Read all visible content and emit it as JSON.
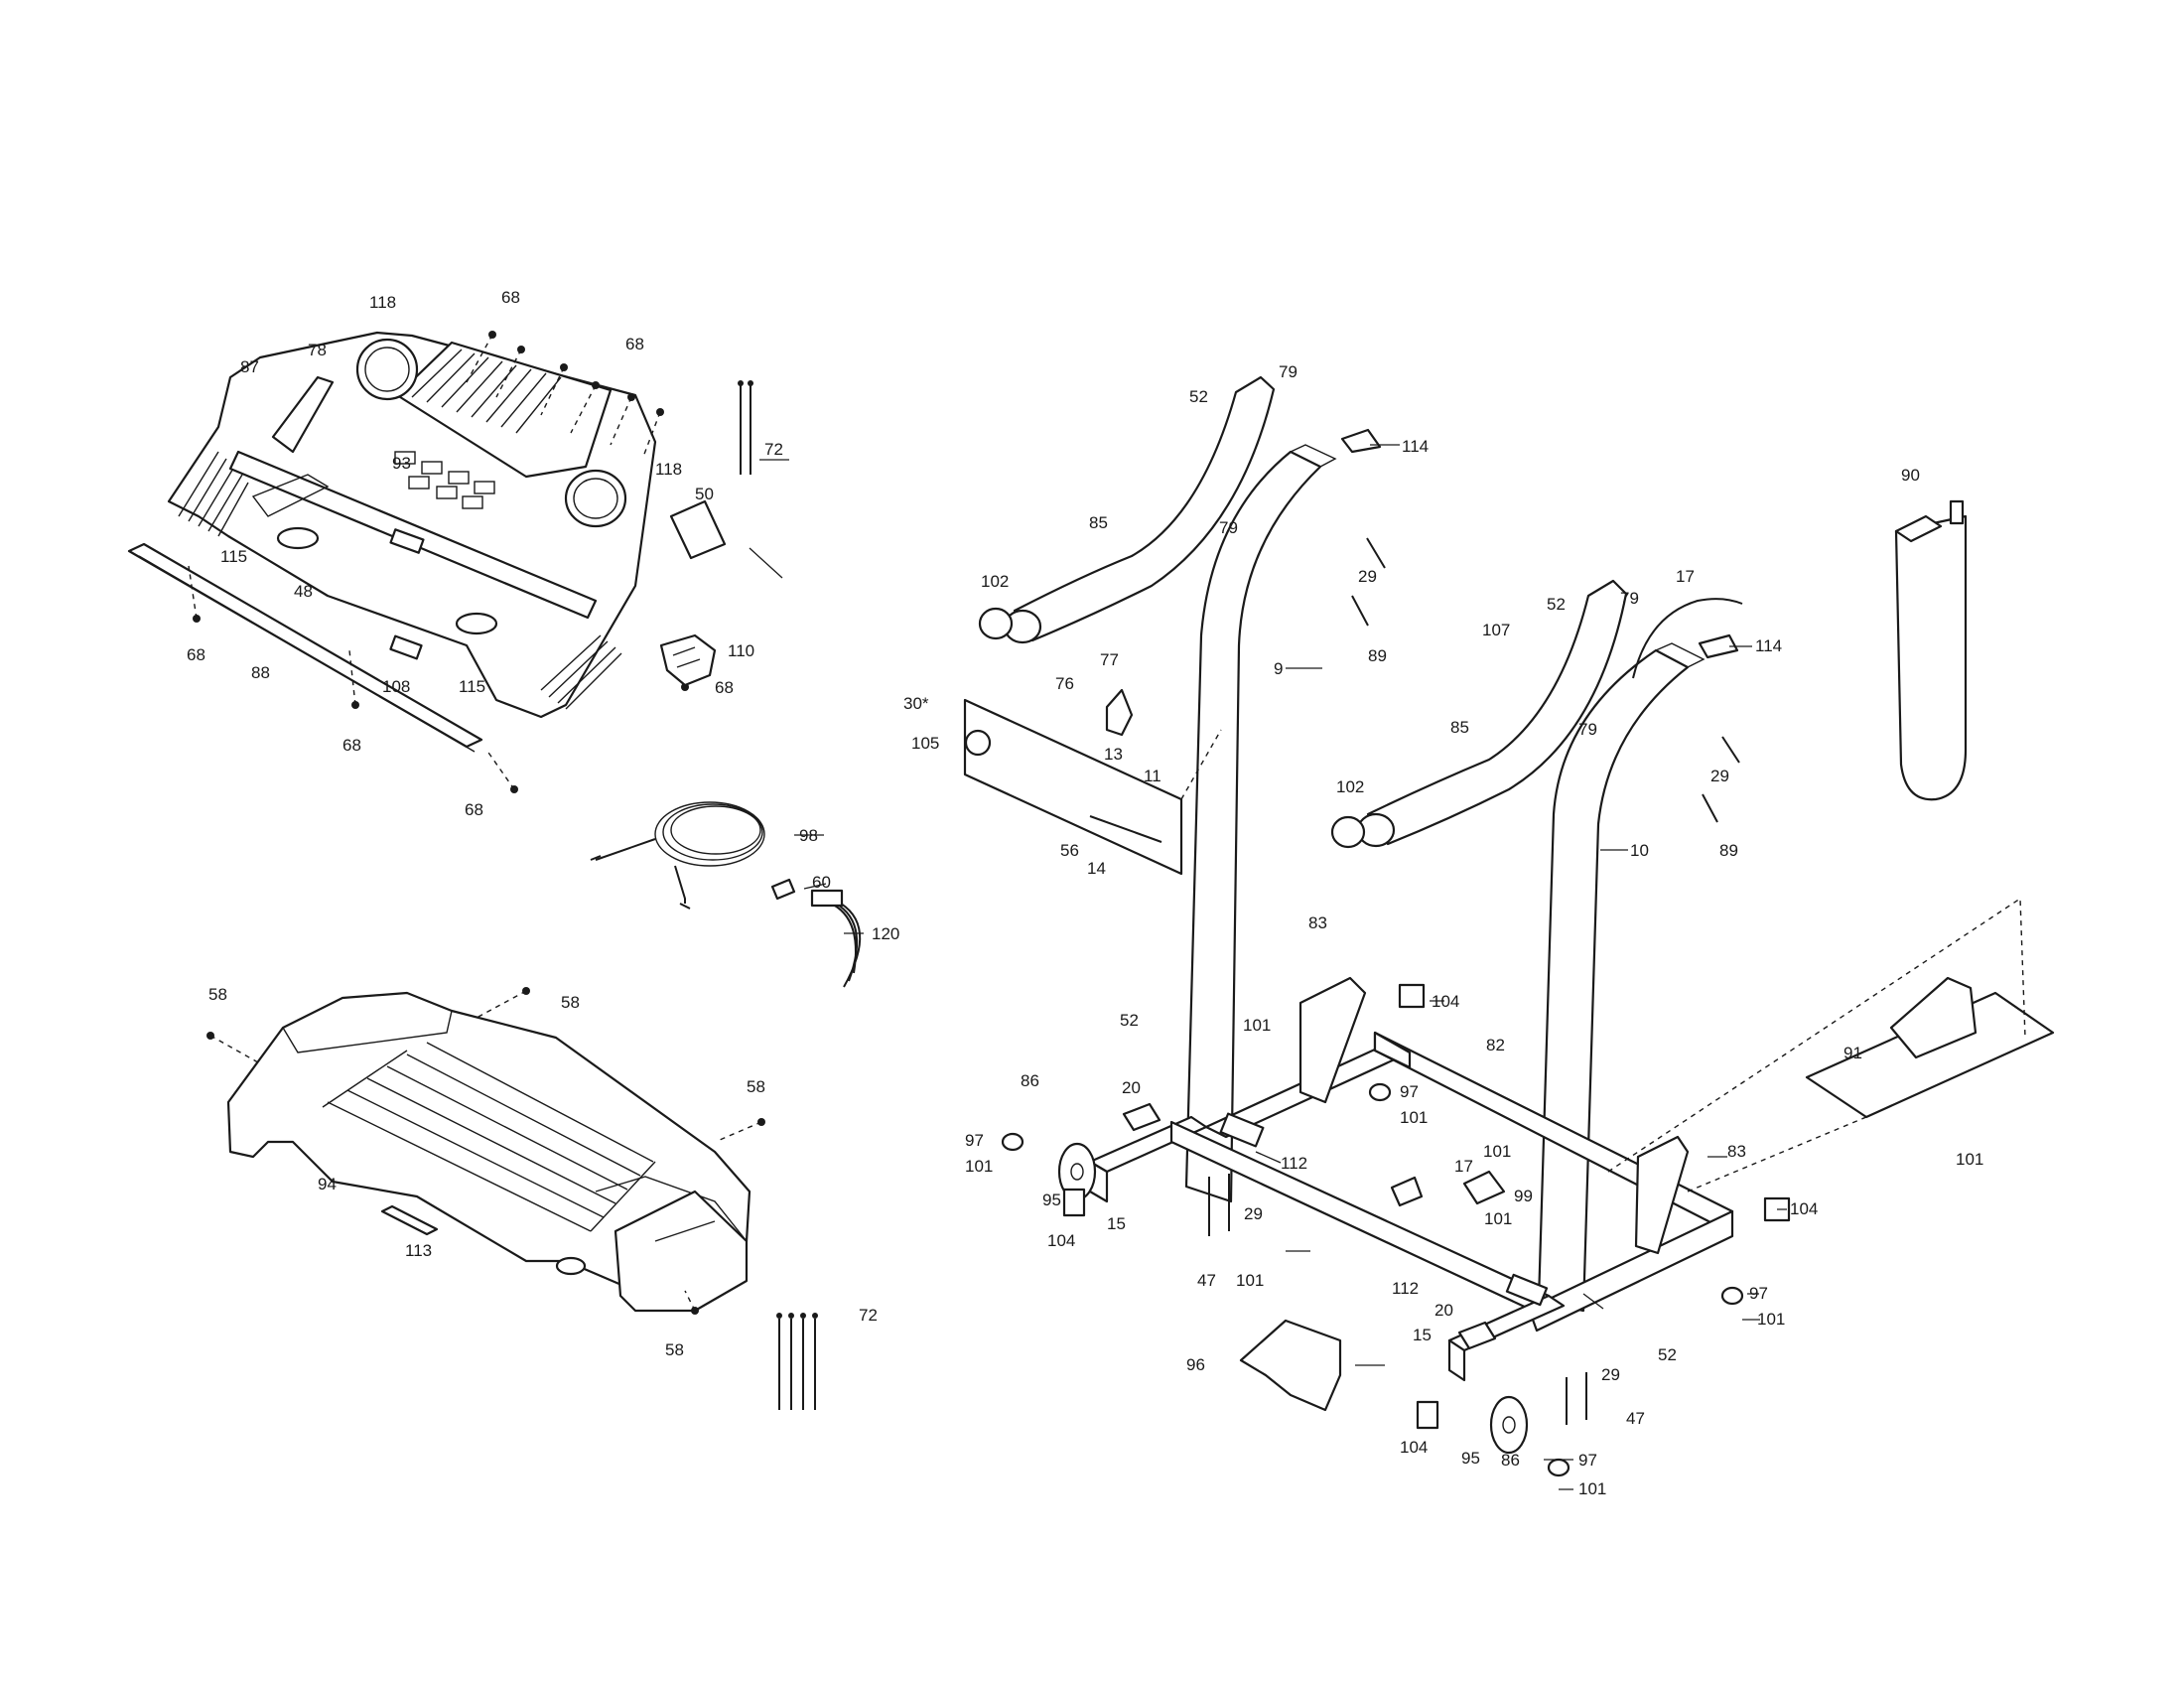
{
  "labels": [
    {
      "id": "118a",
      "text": "118"
    },
    {
      "id": "68a",
      "text": "68"
    },
    {
      "id": "68b",
      "text": "68"
    },
    {
      "id": "87",
      "text": "87"
    },
    {
      "id": "78",
      "text": "78"
    },
    {
      "id": "72a",
      "text": "72"
    },
    {
      "id": "93",
      "text": "93"
    },
    {
      "id": "118b",
      "text": "118"
    },
    {
      "id": "50",
      "text": "50"
    },
    {
      "id": "115a",
      "text": "115"
    },
    {
      "id": "48",
      "text": "48"
    },
    {
      "id": "68c",
      "text": "68"
    },
    {
      "id": "88",
      "text": "88"
    },
    {
      "id": "108",
      "text": "108"
    },
    {
      "id": "115b",
      "text": "115"
    },
    {
      "id": "110",
      "text": "110"
    },
    {
      "id": "68d",
      "text": "68"
    },
    {
      "id": "68e",
      "text": "68"
    },
    {
      "id": "68f",
      "text": "68"
    },
    {
      "id": "98",
      "text": "98"
    },
    {
      "id": "60",
      "text": "60"
    },
    {
      "id": "120",
      "text": "120"
    },
    {
      "id": "58a",
      "text": "58"
    },
    {
      "id": "58b",
      "text": "58"
    },
    {
      "id": "58c",
      "text": "58"
    },
    {
      "id": "94",
      "text": "94"
    },
    {
      "id": "113",
      "text": "113"
    },
    {
      "id": "58d",
      "text": "58"
    },
    {
      "id": "72b",
      "text": "72"
    },
    {
      "id": "52a",
      "text": "52"
    },
    {
      "id": "79a",
      "text": "79"
    },
    {
      "id": "114a",
      "text": "114"
    },
    {
      "id": "79b",
      "text": "79"
    },
    {
      "id": "85a",
      "text": "85"
    },
    {
      "id": "102a",
      "text": "102"
    },
    {
      "id": "29a",
      "text": "29"
    },
    {
      "id": "89a",
      "text": "89"
    },
    {
      "id": "9",
      "text": "9"
    },
    {
      "id": "77",
      "text": "77"
    },
    {
      "id": "76",
      "text": "76"
    },
    {
      "id": "30",
      "text": "30*"
    },
    {
      "id": "105",
      "text": "105"
    },
    {
      "id": "13",
      "text": "13"
    },
    {
      "id": "11",
      "text": "11"
    },
    {
      "id": "56",
      "text": "56"
    },
    {
      "id": "14",
      "text": "14"
    },
    {
      "id": "52b",
      "text": "52"
    },
    {
      "id": "79c",
      "text": "79"
    },
    {
      "id": "17a",
      "text": "17"
    },
    {
      "id": "107",
      "text": "107"
    },
    {
      "id": "114b",
      "text": "114"
    },
    {
      "id": "79d",
      "text": "79"
    },
    {
      "id": "85b",
      "text": "85"
    },
    {
      "id": "29b",
      "text": "29"
    },
    {
      "id": "102b",
      "text": "102"
    },
    {
      "id": "89b",
      "text": "89"
    },
    {
      "id": "10",
      "text": "10"
    },
    {
      "id": "90",
      "text": "90"
    },
    {
      "id": "83a",
      "text": "83"
    },
    {
      "id": "104a",
      "text": "104"
    },
    {
      "id": "52c",
      "text": "52"
    },
    {
      "id": "101a",
      "text": "101"
    },
    {
      "id": "82",
      "text": "82"
    },
    {
      "id": "86a",
      "text": "86"
    },
    {
      "id": "20a",
      "text": "20"
    },
    {
      "id": "97a",
      "text": "97"
    },
    {
      "id": "101b",
      "text": "101"
    },
    {
      "id": "112a",
      "text": "112"
    },
    {
      "id": "97b",
      "text": "97"
    },
    {
      "id": "101c",
      "text": "101"
    },
    {
      "id": "95a",
      "text": "95"
    },
    {
      "id": "101d",
      "text": "101"
    },
    {
      "id": "17b",
      "text": "17"
    },
    {
      "id": "83b",
      "text": "83"
    },
    {
      "id": "91",
      "text": "91"
    },
    {
      "id": "101e",
      "text": "101"
    },
    {
      "id": "104b",
      "text": "104"
    },
    {
      "id": "15a",
      "text": "15"
    },
    {
      "id": "29c",
      "text": "29"
    },
    {
      "id": "99",
      "text": "99"
    },
    {
      "id": "101f",
      "text": "101"
    },
    {
      "id": "104c",
      "text": "104"
    },
    {
      "id": "47a",
      "text": "47"
    },
    {
      "id": "112b",
      "text": "112"
    },
    {
      "id": "97c",
      "text": "97"
    },
    {
      "id": "101g",
      "text": "101"
    },
    {
      "id": "101h",
      "text": "101"
    },
    {
      "id": "20b",
      "text": "20"
    },
    {
      "id": "96",
      "text": "96"
    },
    {
      "id": "15b",
      "text": "15"
    },
    {
      "id": "52d",
      "text": "52"
    },
    {
      "id": "29d",
      "text": "29"
    },
    {
      "id": "47b",
      "text": "47"
    },
    {
      "id": "104d",
      "text": "104"
    },
    {
      "id": "95b",
      "text": "95"
    },
    {
      "id": "86b",
      "text": "86"
    },
    {
      "id": "97d",
      "text": "97"
    },
    {
      "id": "101i",
      "text": "101"
    }
  ]
}
